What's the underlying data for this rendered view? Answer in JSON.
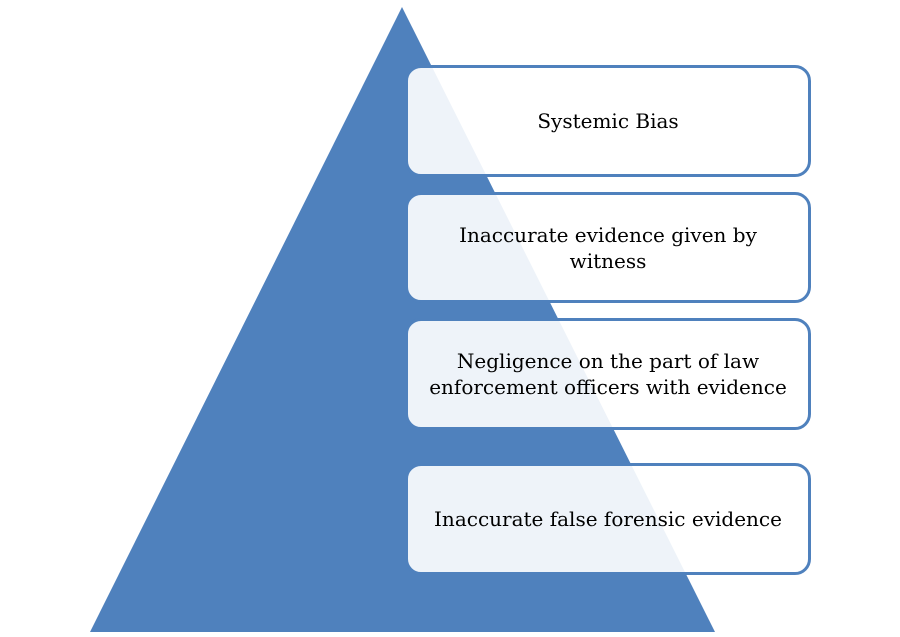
{
  "colors": {
    "pyramid_fill": "#4f81bd",
    "box_border": "#4f81bd",
    "box_fill": "#ffffff"
  },
  "levels": [
    {
      "label": "Systemic Bias"
    },
    {
      "label": "Inaccurate evidence given by witness"
    },
    {
      "label": "Negligence on the part of law enforcement officers with evidence"
    },
    {
      "label": "Inaccurate false forensic evidence"
    }
  ]
}
